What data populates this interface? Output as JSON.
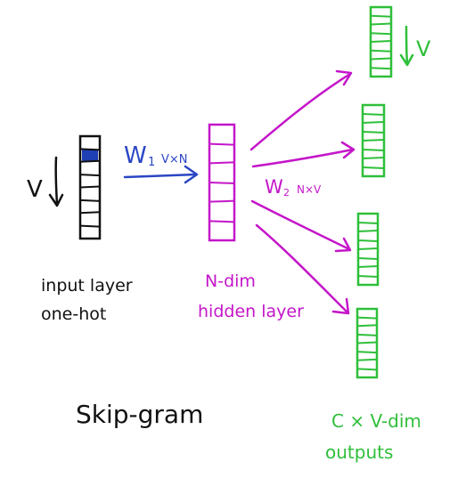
{
  "labels": {
    "v_in": "V",
    "w1": "W",
    "w1_sub": "1",
    "w1_dims": "V×N",
    "w2": "W",
    "w2_sub": "2",
    "w2_dims": "N×V",
    "input_line1": "input layer",
    "input_line2": "one-hot",
    "hidden_line1": "N-dim",
    "hidden_line2": "hidden layer",
    "v_out": "V",
    "title": "Skip-gram",
    "outputs_line1": "C × V-dim",
    "outputs_line2": "outputs"
  },
  "colors": {
    "input": "#111111",
    "onehot_cell": "#1f3fb5",
    "w1": "#2a46c4",
    "hidden": "#c416c9",
    "output": "#2fbf3a",
    "text_dark": "#111111"
  },
  "input_layer": {
    "cells": 8,
    "hot_index": 1
  },
  "hidden_layer": {
    "cells": 6
  },
  "output_layers": {
    "count": 4,
    "cells_per_layer": 8
  }
}
